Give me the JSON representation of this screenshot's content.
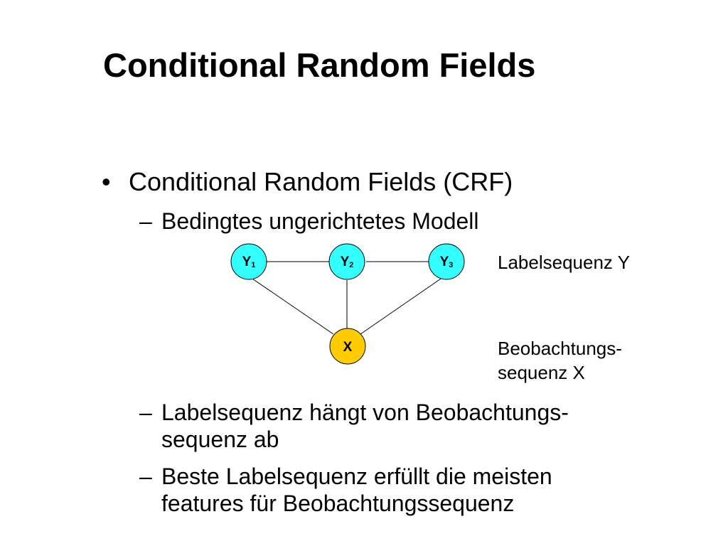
{
  "slide": {
    "title": "Conditional Random Fields"
  },
  "bullets": {
    "main": {
      "marker": "•",
      "text": "Conditional Random Fields (CRF)"
    },
    "sub": [
      {
        "dash": "–",
        "text": "Bedingtes ungerichtetes Modell"
      },
      {
        "dash": "–",
        "lines": [
          "Labelsequenz hängt von Beobachtungs-",
          "sequenz ab"
        ]
      },
      {
        "dash": "–",
        "lines": [
          "Beste Labelsequenz erfüllt die meisten",
          "features für Beobachtungssequenz"
        ]
      }
    ]
  },
  "diagram": {
    "nodes": [
      {
        "id": "y1",
        "label": "Y",
        "sub": "1",
        "color": "#33ffff"
      },
      {
        "id": "y2",
        "label": "Y",
        "sub": "2",
        "color": "#33ffff"
      },
      {
        "id": "y3",
        "label": "Y",
        "sub": "3",
        "color": "#33ffff"
      },
      {
        "id": "x",
        "label": "X",
        "sub": "",
        "color": "#ffcc00"
      }
    ],
    "edges": [
      [
        "y1",
        "y2"
      ],
      [
        "y2",
        "y3"
      ],
      [
        "y1",
        "x"
      ],
      [
        "y2",
        "x"
      ],
      [
        "y3",
        "x"
      ]
    ],
    "label_y": "Labelsequenz Y",
    "label_x_lines": [
      "Beobachtungs-",
      "sequenz X"
    ]
  }
}
